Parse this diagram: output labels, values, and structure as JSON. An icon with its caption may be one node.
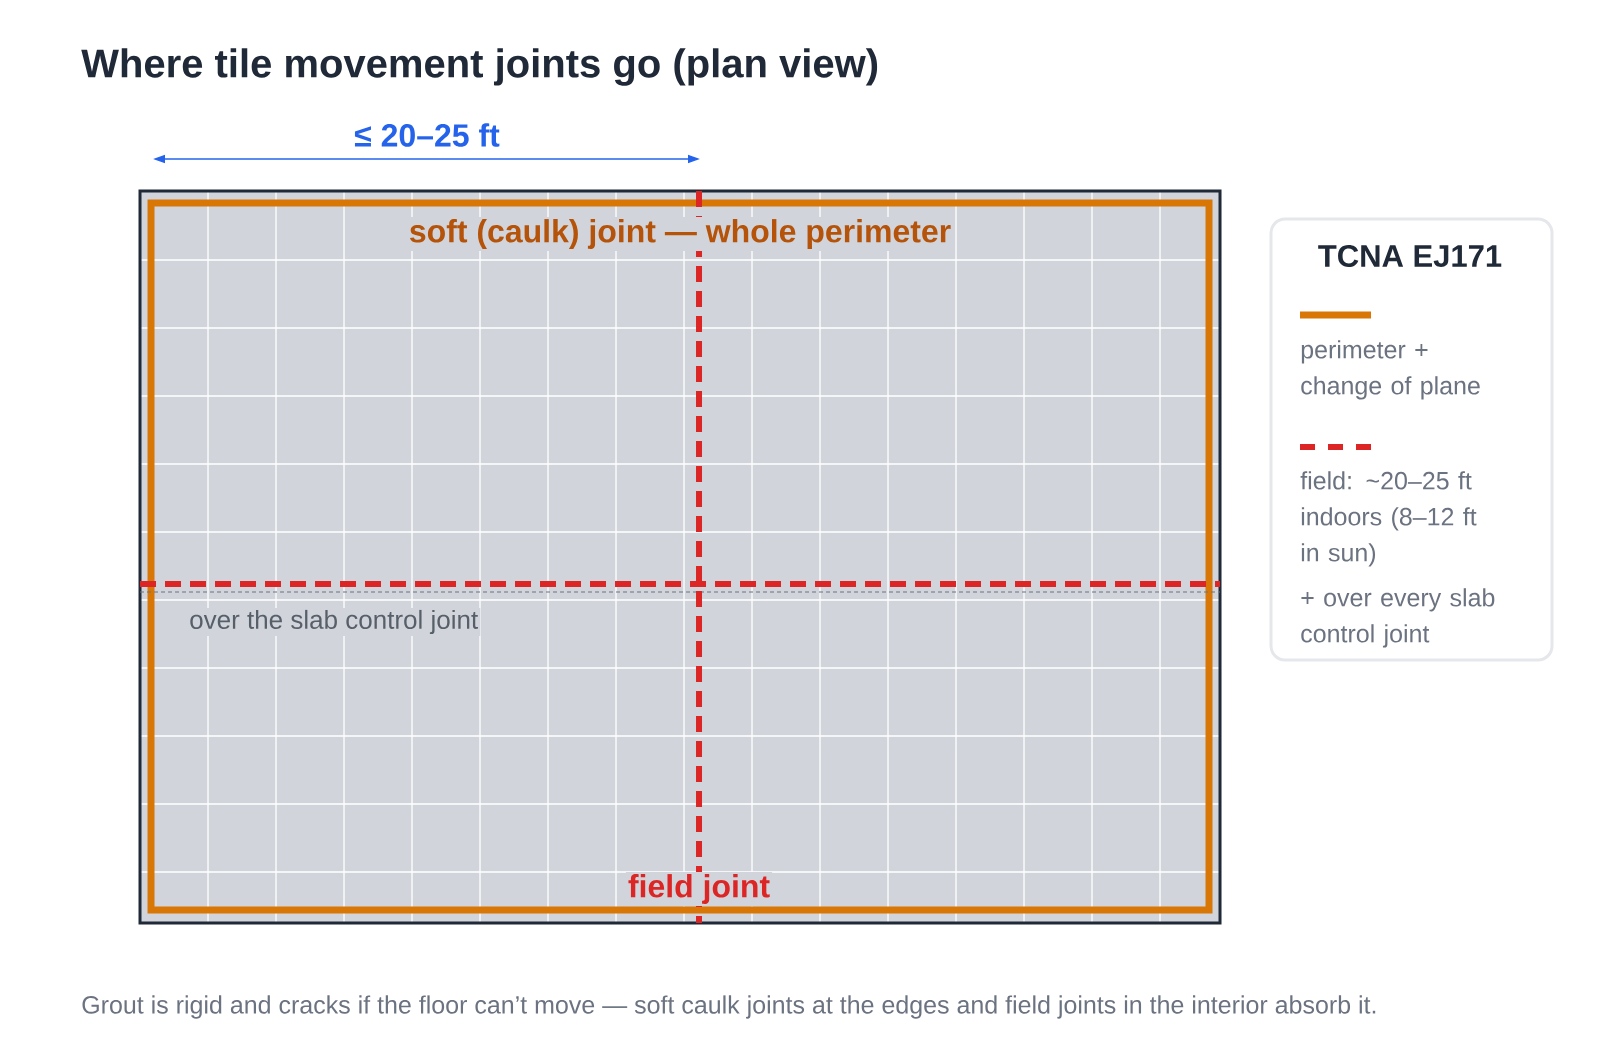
{
  "diagram": {
    "title": "Where tile movement joints go (plan view)",
    "caption": "Grout is rigid and cracks if the floor can’t move — soft caulk joints at the edges and field joints in the interior absorb it.",
    "labels": [
      "≤ 20–25 ft",
      "soft (caulk) joint — whole perimeter",
      "TCNA EJ171",
      "over the slab control joint",
      "field joint"
    ],
    "legend": [
      {
        "text": "perimeter + change of plane"
      },
      {
        "text": "field: ~20–25 ft indoors (8–12 ft in sun)"
      },
      {
        "text": "+ over every slab control joint"
      }
    ]
  }
}
